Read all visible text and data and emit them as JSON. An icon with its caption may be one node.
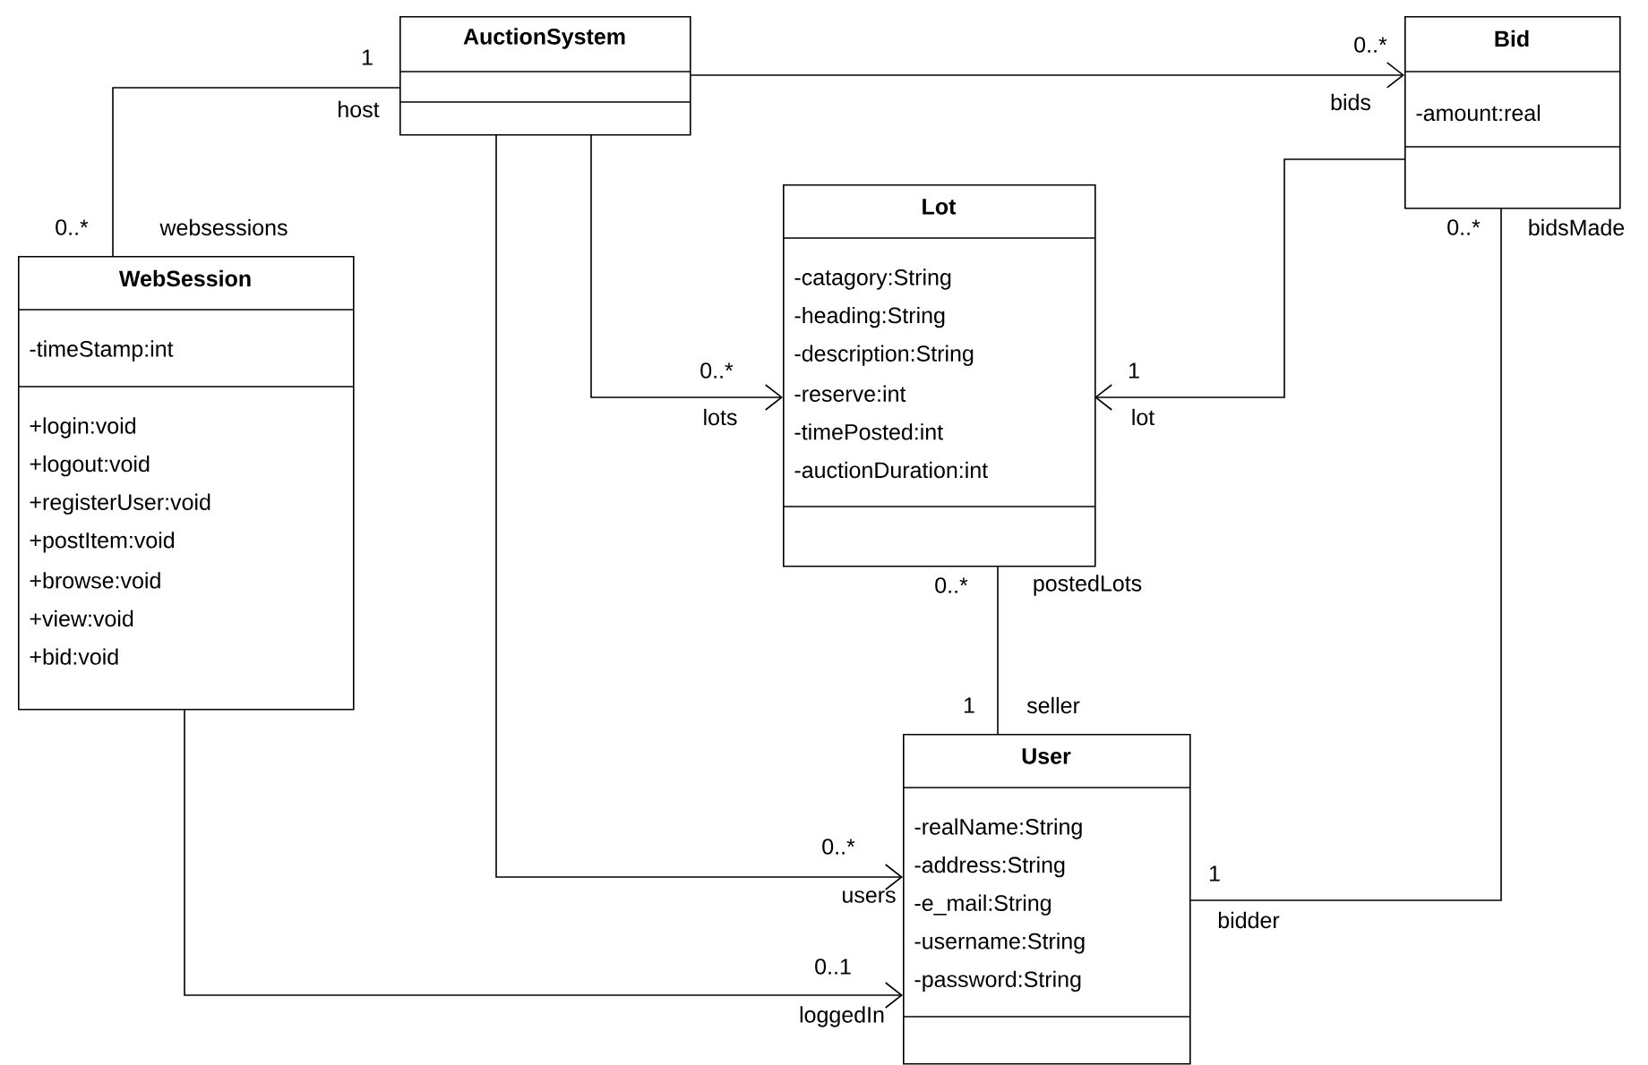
{
  "diagram": {
    "nodes": [
      {
        "text": [
          "AuctionSystem"
        ]
      },
      {
        "text": [
          "Bid",
          "-amount:real"
        ]
      },
      {
        "text": [
          "WebSession",
          "-timeStamp:int",
          "+login:void",
          "+logout:void",
          "+registerUser:void",
          "+postItem:void",
          "+browse:void",
          "+view:void",
          "+bid:void"
        ]
      },
      {
        "text": [
          "Lot",
          "-catagory:String",
          "-heading:String",
          "-description:String",
          "-reserve:int",
          "-timePosted:int",
          "-auctionDuration:int"
        ]
      },
      {
        "text": [
          "User",
          "-realName:String",
          "-address:String",
          "-e_mail:String",
          "-username:String",
          "-password:String"
        ]
      }
    ],
    "edges": [
      {
        "from": 0,
        "to": 2,
        "arrow": "none"
      },
      {
        "from": 0,
        "to": 1,
        "arrow": "to"
      },
      {
        "from": 0,
        "to": 3,
        "arrow": "to"
      },
      {
        "from": 1,
        "to": 3,
        "arrow": "to"
      },
      {
        "from": 1,
        "to": 4,
        "arrow": "none"
      },
      {
        "from": 3,
        "to": 4,
        "arrow": "none"
      },
      {
        "from": 0,
        "to": 4,
        "arrow": "to"
      },
      {
        "from": 2,
        "to": 4,
        "arrow": "to"
      }
    ],
    "labels": [
      "1",
      "host",
      "0..*",
      "websessions",
      "0..*",
      "bids",
      "0..*",
      "lots",
      "1",
      "lot",
      "0..*",
      "bidsMade",
      "0..*",
      "postedLots",
      "1",
      "seller",
      "0..*",
      "users",
      "1",
      "bidder",
      "0..1",
      "loggedIn"
    ]
  }
}
